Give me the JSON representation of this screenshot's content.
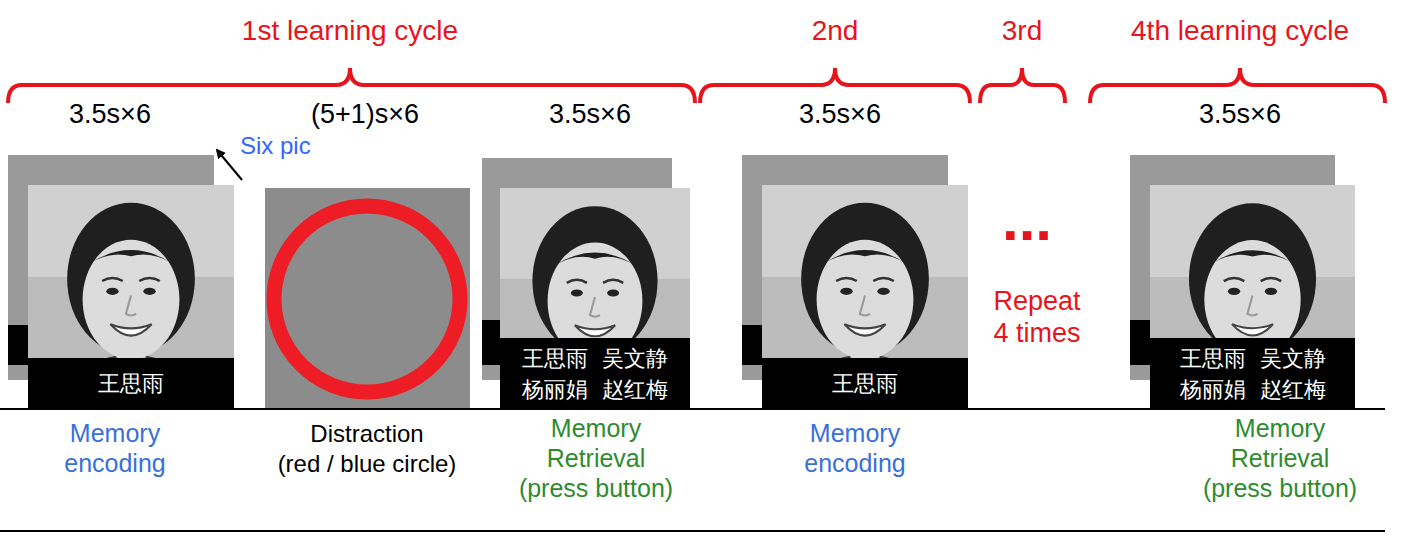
{
  "diagram": {
    "nodes": [
      {
        "text": [
          "王思雨"
        ]
      },
      {
        "text": [
          "王思雨",
          "吴文静",
          "杨丽娟",
          "赵红梅"
        ]
      },
      {
        "text": [
          "王思雨"
        ]
      },
      {
        "text": [
          "王思雨",
          "吴文静",
          "杨丽娟",
          "赵红梅"
        ]
      }
    ],
    "labels": [
      "1st learning cycle",
      "2nd",
      "3rd",
      "4th learning cycle",
      "3.5s×6",
      "(5+1)s×6",
      "3.5s×6",
      "3.5s×6",
      "3.5s×6",
      "Six pic",
      "Memory encoding",
      "Distraction",
      "(red / blue circle)",
      "Memory Retrieval (press button)",
      "Memory encoding",
      "...",
      "Repeat 4 times",
      "Memory Retrieval (press button)"
    ]
  }
}
